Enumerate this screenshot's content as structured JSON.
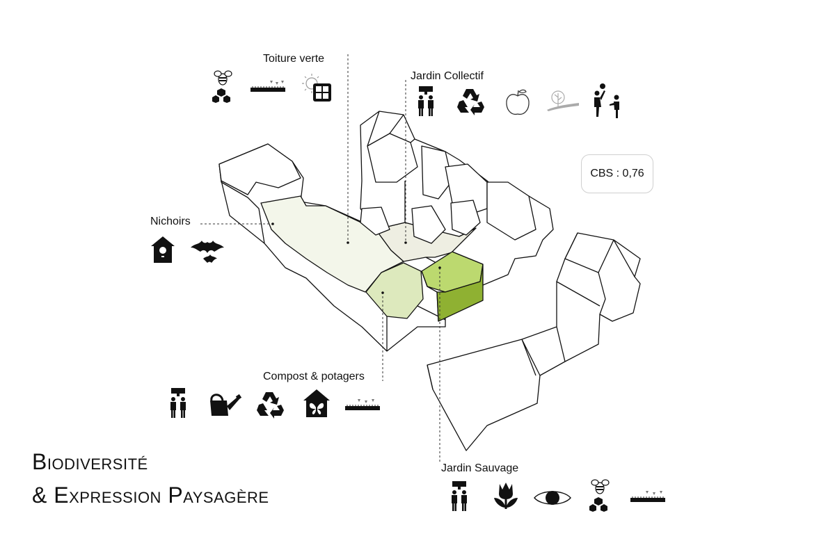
{
  "title": {
    "line1": "Biodiversité",
    "line2": "& Expression Paysagère"
  },
  "badge": {
    "text": "CBS : 0,76"
  },
  "zones": {
    "toiture_verte": {
      "label": "Toiture verte",
      "icons": [
        "bee-hive-icon",
        "green-roof-section-icon",
        "solar-panel-icon"
      ]
    },
    "jardin_collectif": {
      "label": "Jardin Collectif",
      "icons": [
        "community-people-icon",
        "recycle-icon",
        "apple-icon",
        "seedling-icon",
        "people-playing-icon"
      ]
    },
    "nichoirs": {
      "label": "Nichoirs",
      "icons": [
        "birdhouse-icon",
        "bats-icon"
      ]
    },
    "compost_potagers": {
      "label": "Compost & potagers",
      "icons": [
        "community-people-icon",
        "watering-can-icon",
        "recycle-icon",
        "butterfly-house-icon",
        "green-roof-section-icon"
      ]
    },
    "jardin_sauvage": {
      "label": "Jardin Sauvage",
      "icons": [
        "community-people-icon",
        "tulip-icon",
        "eye-icon",
        "bee-hive-icon",
        "green-roof-section-icon"
      ]
    }
  },
  "colors": {
    "roof_pale": "#f3f6ea",
    "courtyard": "#eeeee2",
    "garden_light": "#dde9bd",
    "garden_mid": "#bcd96f",
    "garden_dark": "#8fb132",
    "line": "#111111"
  }
}
